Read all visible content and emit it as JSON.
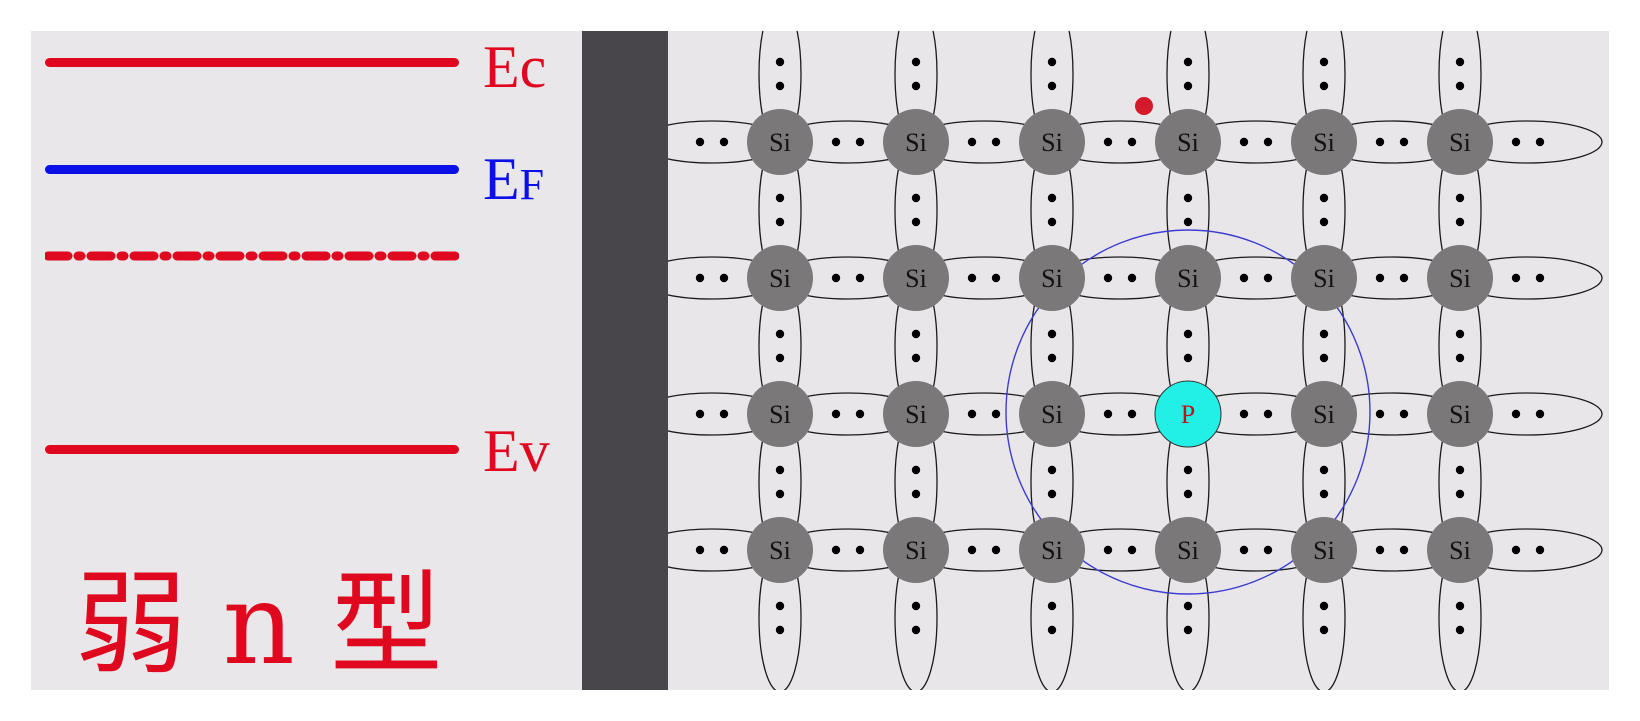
{
  "colors": {
    "band_red": "#e0081e",
    "fermi_blue": "#0b10e6",
    "si_atom": "#7a7879",
    "dopant_atom": "#22f0e6",
    "orbit": "#3d3dcf",
    "free_electron": "#d41a2a",
    "divider": "#48464a",
    "background": "#e8e6e9"
  },
  "band_diagram": {
    "ec_label": "Ec",
    "ef_label_main": "E",
    "ef_label_sub": "F",
    "ev_label": "Ev",
    "donor_level": "dash-dot",
    "type_label": "弱 n 型"
  },
  "lattice": {
    "host_atom_label": "Si",
    "dopant_atom_label": "P",
    "columns": 6,
    "rows": 4,
    "dopant_position": {
      "row": 2,
      "col": 3
    },
    "bond_electrons_per_bond": 2
  }
}
